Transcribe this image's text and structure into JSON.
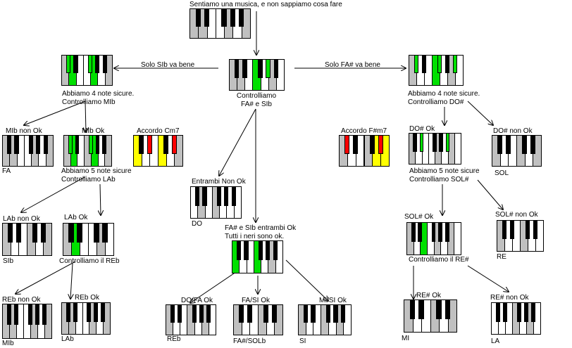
{
  "colors": {
    "green": "#00e000",
    "red": "#ff0000",
    "yellow": "#ffff00",
    "gray": "#c0c0c0",
    "white": "#ffffff",
    "black": "#000000"
  },
  "labels": {
    "root": "Sentiamo una musica, e non sappiamo cosa fare",
    "solo_sib": "Solo SIb va bene",
    "solo_fas": "Solo FA# va bene",
    "check_center_1": "Controlliamo",
    "check_center_2": "FA# e SIb",
    "left_4_1": "Abbiamo 4 note sicure.",
    "left_4_2": "Controlliamo MIb",
    "right_4_1": "Abbiamo 4 note sicure.",
    "right_4_2": "Controlliamo DO#",
    "mib_no": "MIb non Ok",
    "mib_ok": "MIb Ok",
    "cm7": "Accordo Cm7",
    "fa": "FA",
    "left_5_1": "Abbiamo 5 note sicure",
    "left_5_2": "Controlliamo LAb",
    "neither": "Entrambi Non Ok",
    "do": "DO",
    "fasm7": "Accordo F#m7",
    "dos_ok": "DO# Ok",
    "dos_no": "DO# non Ok",
    "right_5_1": "Abbiamo 5 note sicure",
    "right_5_2": "Controlliamo SOL#",
    "sol": "SOL",
    "lab_no": "LAb non Ok",
    "lab_ok": "LAb Ok",
    "sib": "SIb",
    "check_reb": "Controlliamo il REb",
    "both_1": "FA# e SIb entrambi Ok",
    "both_2": "Tutti i neri sono ok.",
    "sols_ok": "SOL# Ok",
    "sols_no": "SOL# non Ok",
    "re": "RE",
    "check_res": "Controlliamo il RE#",
    "reb_no": "REb non Ok",
    "reb_ok": "REb Ok",
    "mib": "MIb",
    "lab": "LAb",
    "dofa_ok": "DO/FA Ok",
    "reb": "REb",
    "fasi_ok": "FA/SI Ok",
    "fassolb": "FA#/SOLb",
    "misi_ok": "MI/SI Ok",
    "si": "SI",
    "res_ok": "RE# Ok",
    "res_no": "RE# non Ok",
    "mi": "MI",
    "la": "LA"
  }
}
